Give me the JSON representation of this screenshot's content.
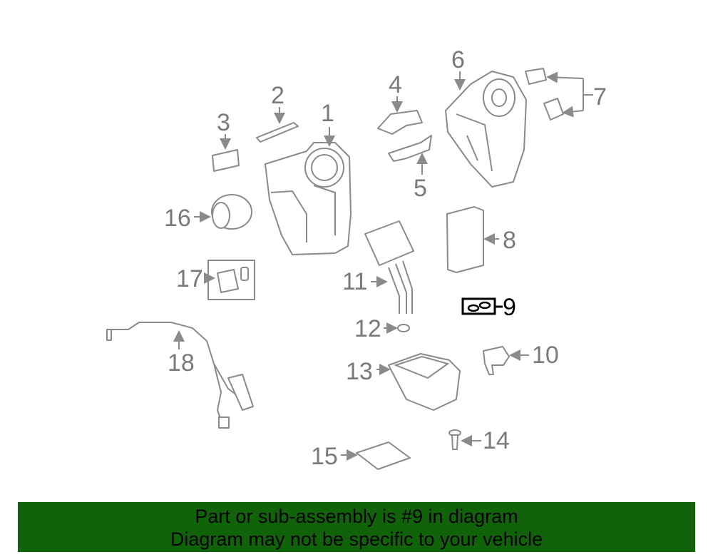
{
  "diagram": {
    "selected_part": "9",
    "labels": {
      "p1": "1",
      "p2": "2",
      "p3": "3",
      "p4": "4",
      "p5": "5",
      "p6": "6",
      "p7": "7",
      "p8": "8",
      "p9": "9",
      "p10": "10",
      "p11": "11",
      "p12": "12",
      "p13": "13",
      "p14": "14",
      "p15": "15",
      "p16": "16",
      "p17": "17",
      "p18": "18"
    },
    "colors": {
      "banner": "#116309",
      "part_line": "#8a8a8a",
      "label": "#7a7a7a",
      "selected": "#000000"
    }
  },
  "banner": {
    "line1": "Part or sub-assembly is #9 in diagram",
    "line2": "Diagram may not be specific to your vehicle"
  }
}
